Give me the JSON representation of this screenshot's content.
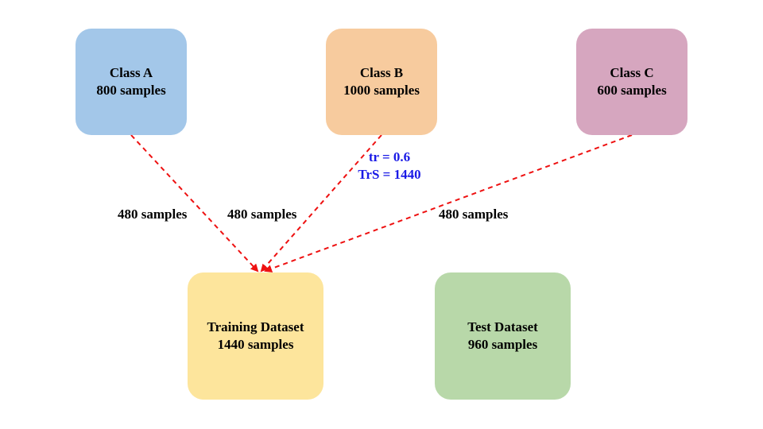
{
  "colors": {
    "class_a": "#a3c7e9",
    "class_b": "#f7cb9e",
    "class_c": "#d6a6bf",
    "training": "#fde59c",
    "test": "#b8d8a9",
    "arrow": "#ee1111",
    "param_text": "#1a1ae6"
  },
  "nodes": {
    "class_a": {
      "title": "Class A",
      "subtitle": "800 samples"
    },
    "class_b": {
      "title": "Class B",
      "subtitle": "1000 samples"
    },
    "class_c": {
      "title": "Class C",
      "subtitle": "600 samples"
    },
    "training": {
      "title": "Training Dataset",
      "subtitle": "1440 samples"
    },
    "test": {
      "title": "Test Dataset",
      "subtitle": "960 samples"
    }
  },
  "edges": {
    "a_to_training": "480 samples",
    "b_to_training": "480 samples",
    "c_to_training": "480 samples"
  },
  "params": {
    "training_ratio": "tr = 0.6",
    "training_size": "TrS = 1440"
  }
}
